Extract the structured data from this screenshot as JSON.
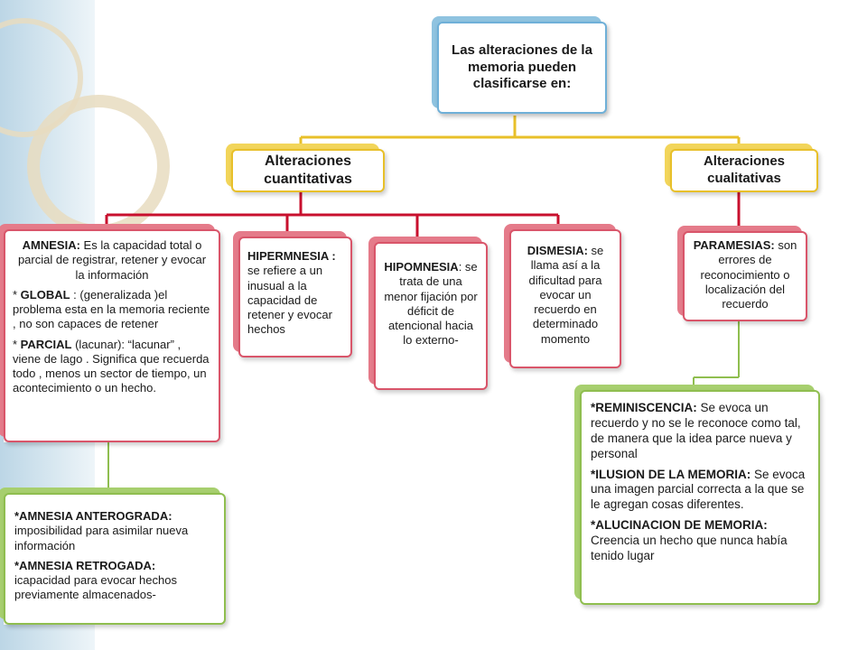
{
  "title": "Las alteraciones de la memoria pueden clasificarse en:",
  "categories": {
    "cuantitativas": "Alteraciones cuantitativas",
    "cualitativas": "Alteraciones cualitativas"
  },
  "amnesia": {
    "term": "AMNESIA:",
    "desc": " Es la capacidad total o parcial de registrar, retener y evocar la información",
    "global_term": "GLOBAL",
    "global_desc": " : (generalizada )el problema esta en  la memoria reciente , no son capaces de retener",
    "parcial_term": "PARCIAL",
    "parcial_desc": " (lacunar): “lacunar” , viene de lago . Significa que recuerda todo , menos un sector de tiempo, un acontecimiento o un hecho."
  },
  "amnesia_types": {
    "anterograda_term": "*AMNESIA ANTEROGRADA:",
    "anterograda_desc": " imposibilidad para asimilar nueva información",
    "retrograda_term": "*AMNESIA RETROGADA:",
    "retrograda_desc": " icapacidad para evocar hechos previamente almacenados-"
  },
  "hipermnesia": {
    "term": "HIPERMNESIA :",
    "desc": " se refiere a un inusual a la capacidad de retener  y evocar hechos"
  },
  "hipomnesia": {
    "term": "HIPOMNESIA",
    "desc": ": se trata de una menor fijación por déficit de atencional hacia lo externo-"
  },
  "dismesia": {
    "term": "DISMESIA:",
    "desc": " se llama así a la dificultad para evocar un recuerdo en determinado momento"
  },
  "paramesias": {
    "term": "PARAMESIAS:",
    "desc": " son errores de reconocimiento o localización  del recuerdo"
  },
  "cualitativas_detail": {
    "reminiscencia_term": "*REMINISCENCIA:",
    "reminiscencia_desc": " Se evoca un recuerdo y no se le reconoce como tal, de manera que  la idea parce nueva y personal",
    "ilusion_term": "*ILUSION DE LA MEMORIA:",
    "ilusion_desc": "  Se evoca una imagen parcial correcta  a la que se le agregan cosas diferentes.",
    "alucinacion_term": "*ALUCINACION DE MEMORIA:",
    "alucinacion_desc": " Creencia un hecho que nunca había tenido lugar"
  },
  "colors": {
    "title_accent": "#6fb0d8",
    "category_accent": "#e8c02a",
    "red_accent": "#d9556a",
    "green_accent": "#8fbe4f",
    "connector_yellow": "#e8c02a",
    "connector_red": "#c8102e",
    "connector_green": "#8fbe4f"
  }
}
